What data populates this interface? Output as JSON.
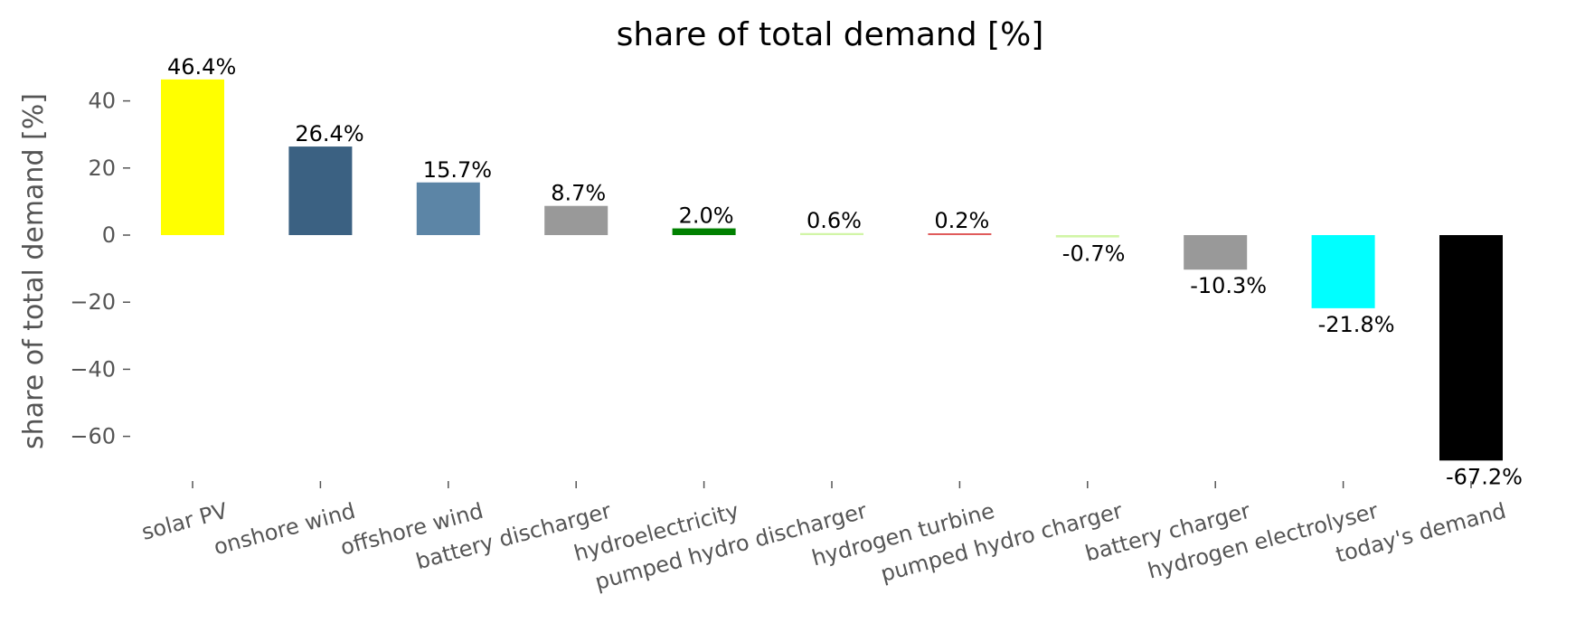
{
  "chart_data": {
    "type": "bar",
    "title": "share of total demand [%]",
    "xlabel": "",
    "ylabel": "share of total demand [%]",
    "ylim": [
      -74,
      50
    ],
    "yticks": [
      40,
      20,
      0,
      -20,
      -40,
      -60
    ],
    "ytick_labels": [
      "40",
      "20",
      "0",
      "−20",
      "−40",
      "−60"
    ],
    "grid": false,
    "categories": [
      "solar PV",
      "onshore wind",
      "offshore wind",
      "battery discharger",
      "hydroelectricity",
      "pumped hydro discharger",
      "hydrogen turbine",
      "pumped hydro charger",
      "battery charger",
      "hydrogen electrolyser",
      "today's demand"
    ],
    "values": [
      46.4,
      26.4,
      15.7,
      8.7,
      2.0,
      0.6,
      0.2,
      -0.7,
      -10.3,
      -21.8,
      -67.2
    ],
    "value_labels": [
      "46.4%",
      "26.4%",
      "15.7%",
      "8.7%",
      "2.0%",
      "0.6%",
      "0.2%",
      "-0.7%",
      "-10.3%",
      "-21.8%",
      "-67.2%"
    ],
    "colors": [
      "#ffff00",
      "#3b6182",
      "#5c85a6",
      "#999999",
      "#008000",
      "#d1f5a6",
      "#e05b5b",
      "#d1f5a6",
      "#999999",
      "#00ffff",
      "#000000"
    ]
  }
}
